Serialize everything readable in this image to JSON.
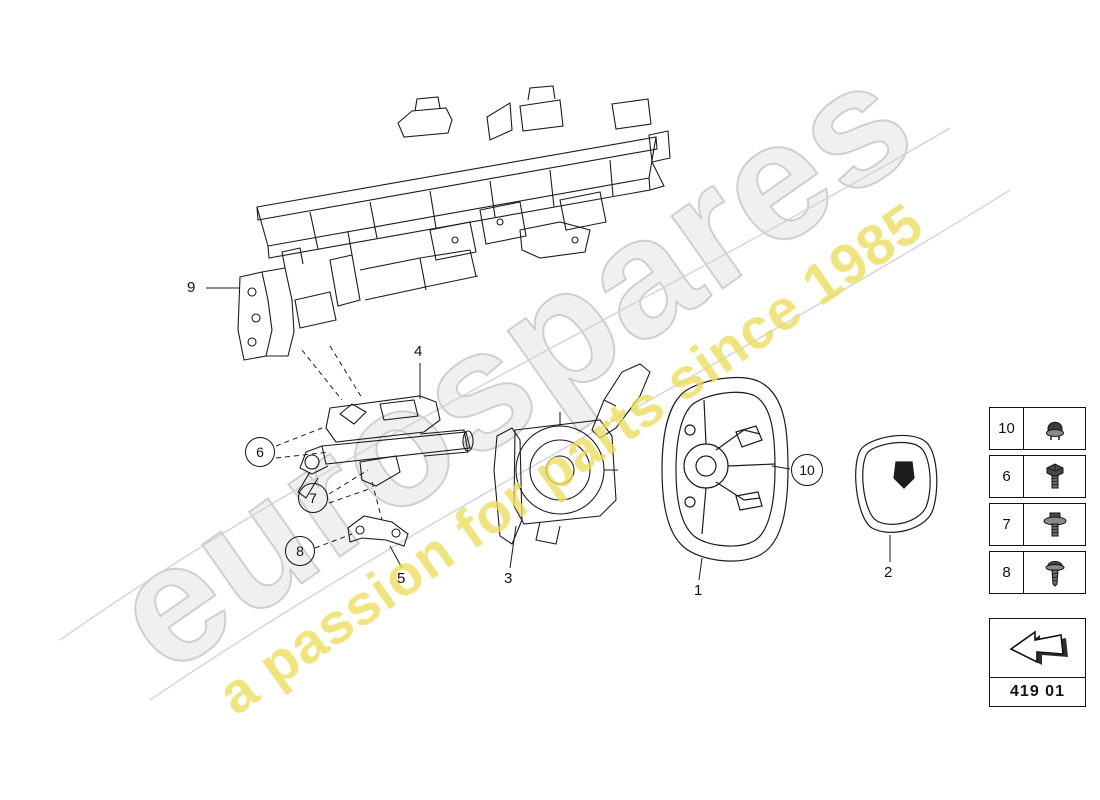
{
  "watermark": {
    "brand": "eurospares",
    "tagline": "a passion for parts since 1985",
    "brand_color": "#c9c9c9",
    "tagline_color": "#ecdd5a"
  },
  "diagram": {
    "callouts": [
      {
        "id": "9",
        "style": "plain"
      },
      {
        "id": "4",
        "style": "plain"
      },
      {
        "id": "6",
        "style": "circled"
      },
      {
        "id": "7",
        "style": "circled"
      },
      {
        "id": "8",
        "style": "circled"
      },
      {
        "id": "5",
        "style": "plain"
      },
      {
        "id": "3",
        "style": "plain"
      },
      {
        "id": "1",
        "style": "plain"
      },
      {
        "id": "10",
        "style": "circled"
      },
      {
        "id": "2",
        "style": "plain"
      }
    ]
  },
  "legend": {
    "items": [
      {
        "number": "10",
        "icon": "dome-nut-icon"
      },
      {
        "number": "6",
        "icon": "hex-bolt-icon"
      },
      {
        "number": "7",
        "icon": "flange-bolt-icon"
      },
      {
        "number": "8",
        "icon": "pan-head-screw-icon"
      }
    ]
  },
  "part_group": {
    "code": "419 01",
    "icon": "direction-arrow-icon"
  },
  "colors": {
    "line": "#1c1c1c",
    "background": "#ffffff"
  }
}
